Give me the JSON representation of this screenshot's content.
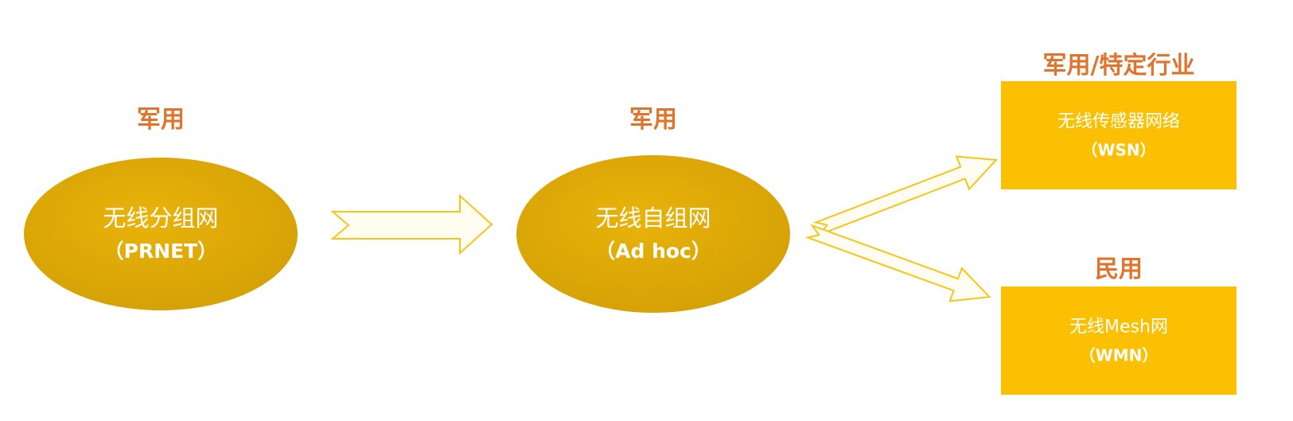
{
  "colors": {
    "ellipse_fill": "#d8a706",
    "box_fill": "#fbc002",
    "arrow_stroke": "#f5c518",
    "label_orange": "#e0742c",
    "text_white": "#ffffff"
  },
  "nodes": [
    {
      "top_label": "军用",
      "name": "无线分组网",
      "abbr": "（PRNET）"
    },
    {
      "top_label": "军用",
      "name": "无线自组网",
      "abbr": "（Ad hoc）"
    }
  ],
  "boxes": [
    {
      "top_label": "军用/特定行业",
      "name": "无线传感器网络",
      "abbr": "（WSN）"
    },
    {
      "top_label": "民用",
      "name": "无线Mesh网",
      "abbr": "（WMN）"
    }
  ]
}
